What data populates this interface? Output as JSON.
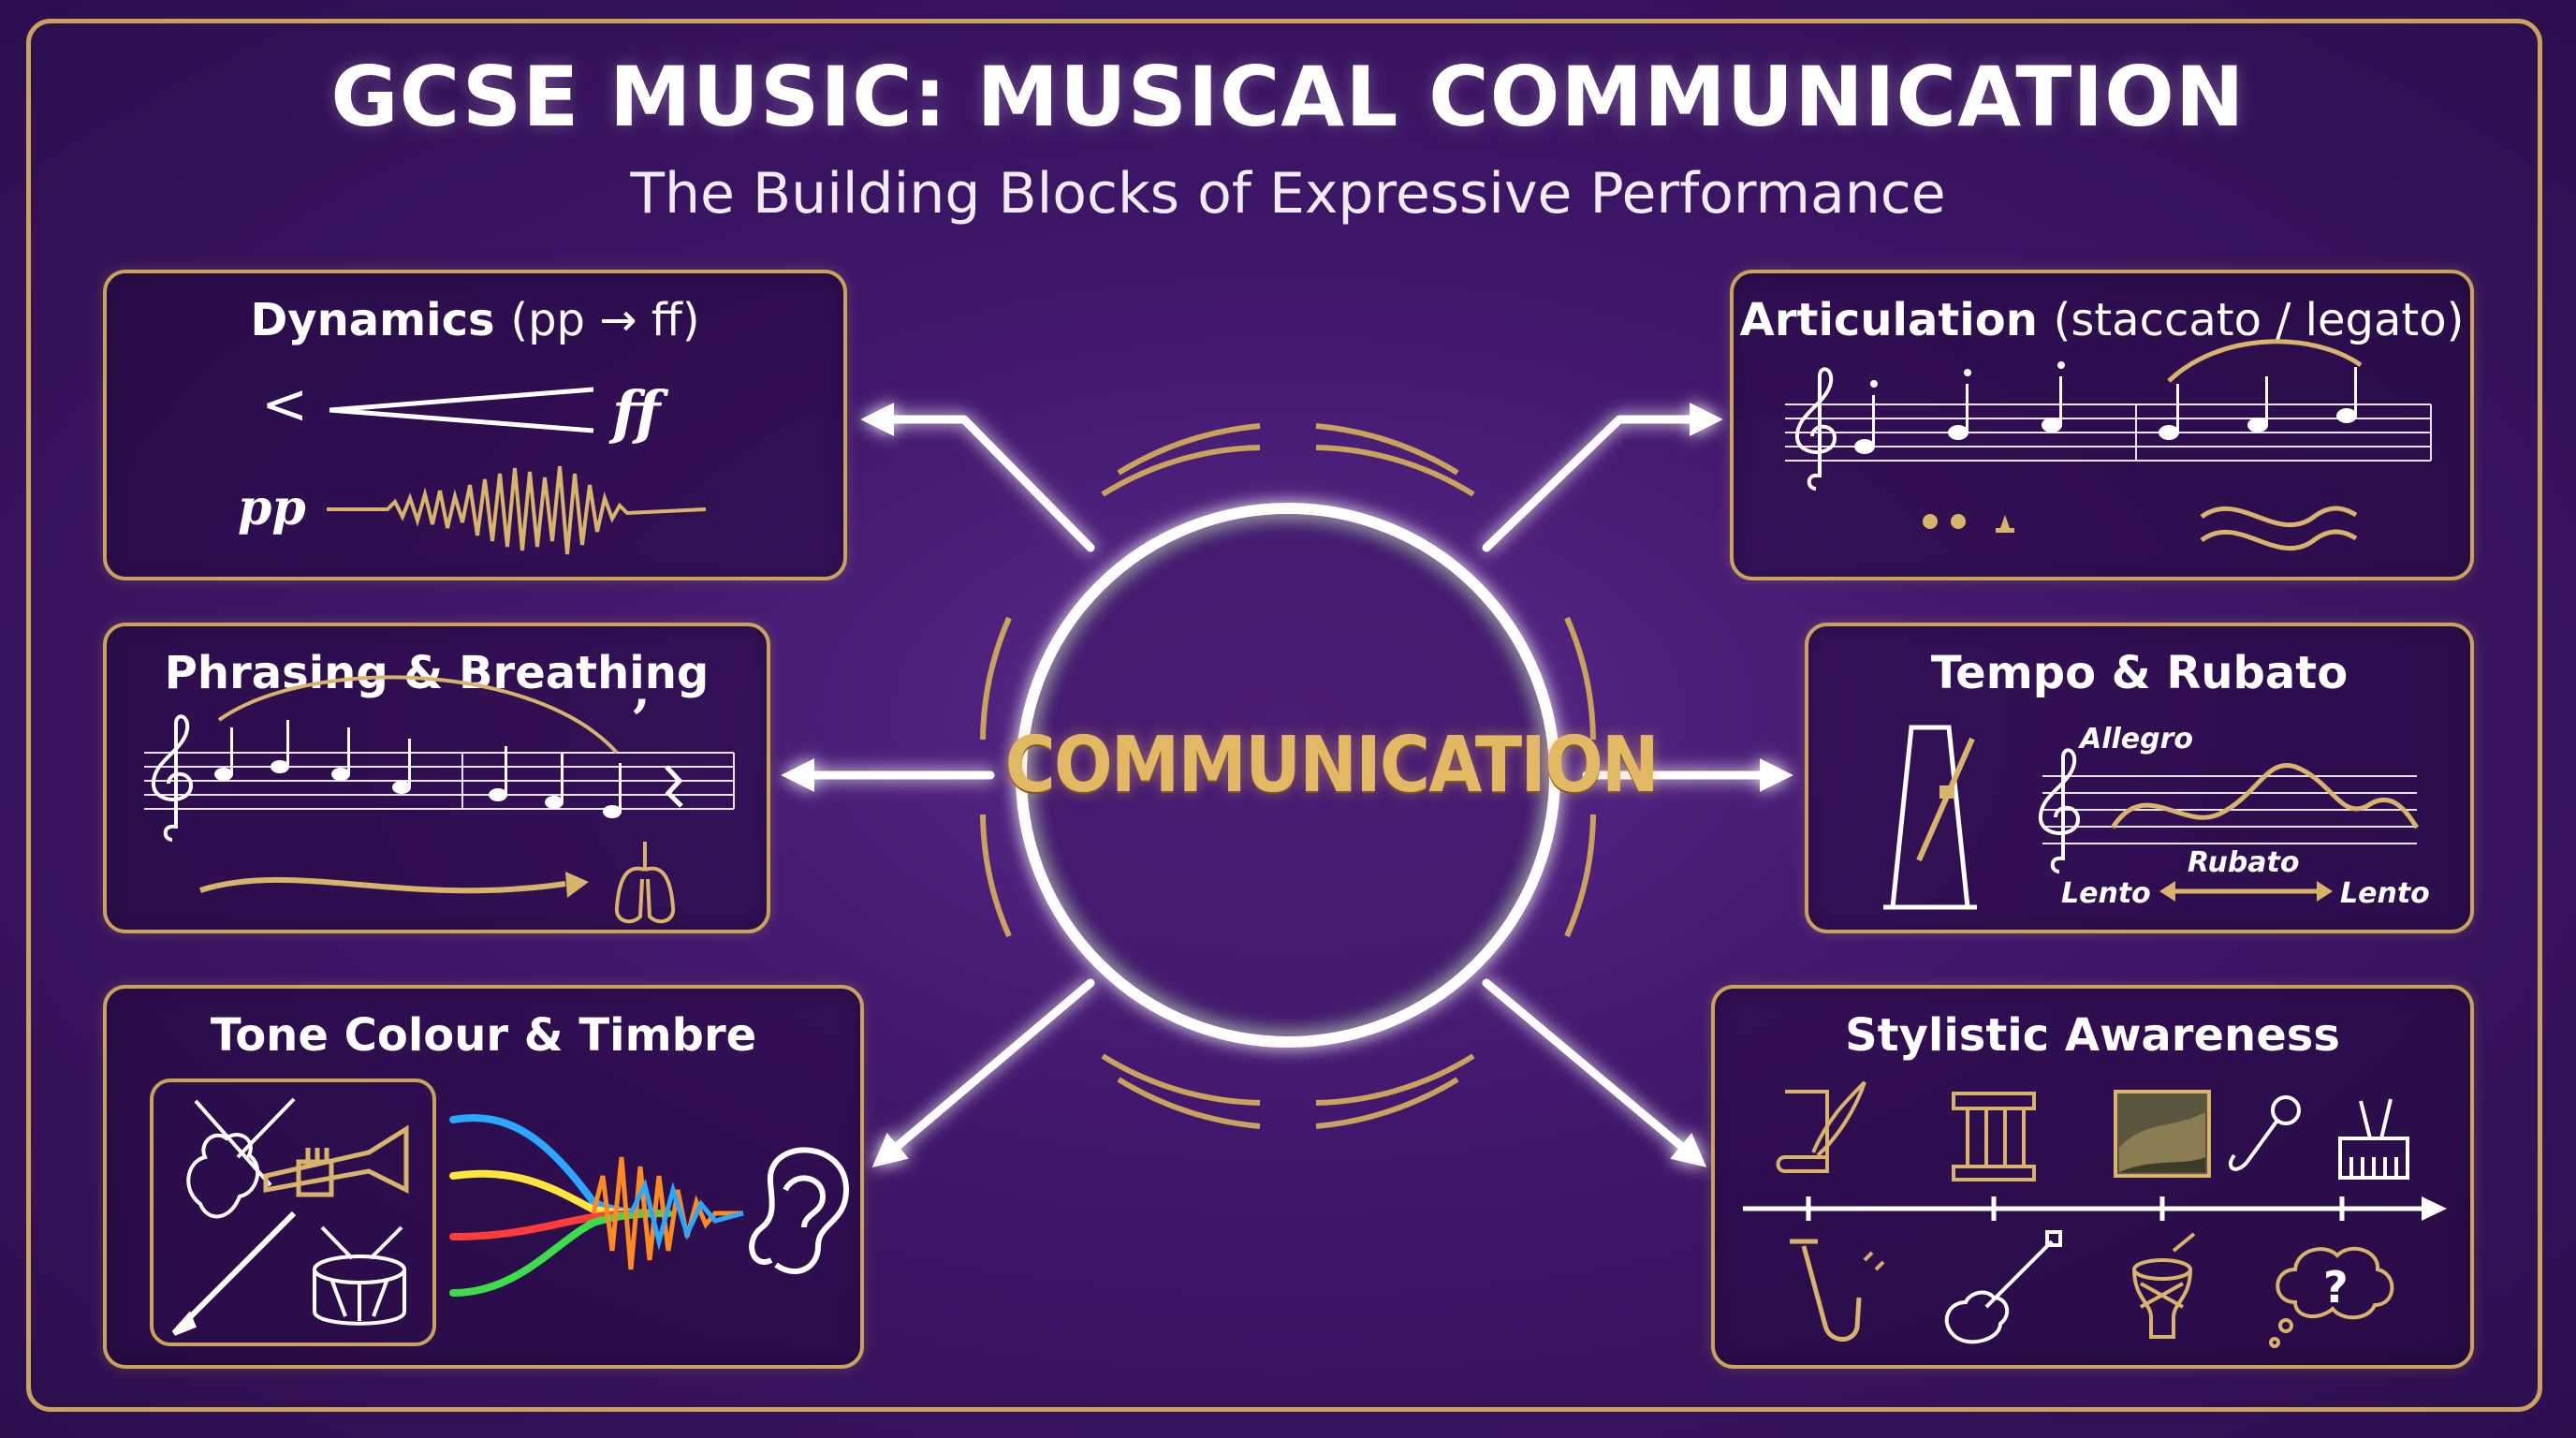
{
  "title": "GCSE MUSIC: MUSICAL COMMUNICATION",
  "subtitle": "The Building Blocks of Expressive Performance",
  "hub": {
    "label": "COMMUNICATION"
  },
  "panels": {
    "dynamics": {
      "title": "Dynamics",
      "title_paren": "(pp → ff)",
      "crescendo_symbol": "<",
      "loud_mark": "ff",
      "soft_mark": "pp"
    },
    "articulation": {
      "title": "Articulation",
      "title_paren": "(staccato / legato)"
    },
    "phrasing": {
      "title": "Phrasing & Breathing",
      "breath_mark": "’"
    },
    "tempo": {
      "title": "Tempo & Rubato",
      "allegro": "Allegro",
      "rubato": "Rubato",
      "lento_left": "Lento",
      "lento_right": "Lento"
    },
    "timbre": {
      "title": "Tone Colour & Timbre"
    },
    "style": {
      "title": "Stylistic Awareness",
      "question_mark": "?"
    }
  },
  "icons": [
    "violin-icon",
    "trumpet-icon",
    "clarinet-icon",
    "snare-drum-icon",
    "ear-icon",
    "metronome-icon",
    "lungs-icon",
    "treble-clef-icon",
    "scroll-quill-icon",
    "column-icon",
    "landscape-painting-icon",
    "microphone-icon",
    "synth-keyboard-icon",
    "saxophone-icon",
    "electric-guitar-icon",
    "djembe-icon",
    "thought-bubble-icon"
  ],
  "colors": {
    "background": "#3b1462",
    "gold": "#c9a35c",
    "hub_text": "#e2b865",
    "white": "#ffffff",
    "timbre_red": "#ff3b3b",
    "timbre_orange": "#ff8a1f",
    "timbre_yellow": "#ffe63d",
    "timbre_green": "#3ddc4a",
    "timbre_blue": "#2aa8ff"
  }
}
